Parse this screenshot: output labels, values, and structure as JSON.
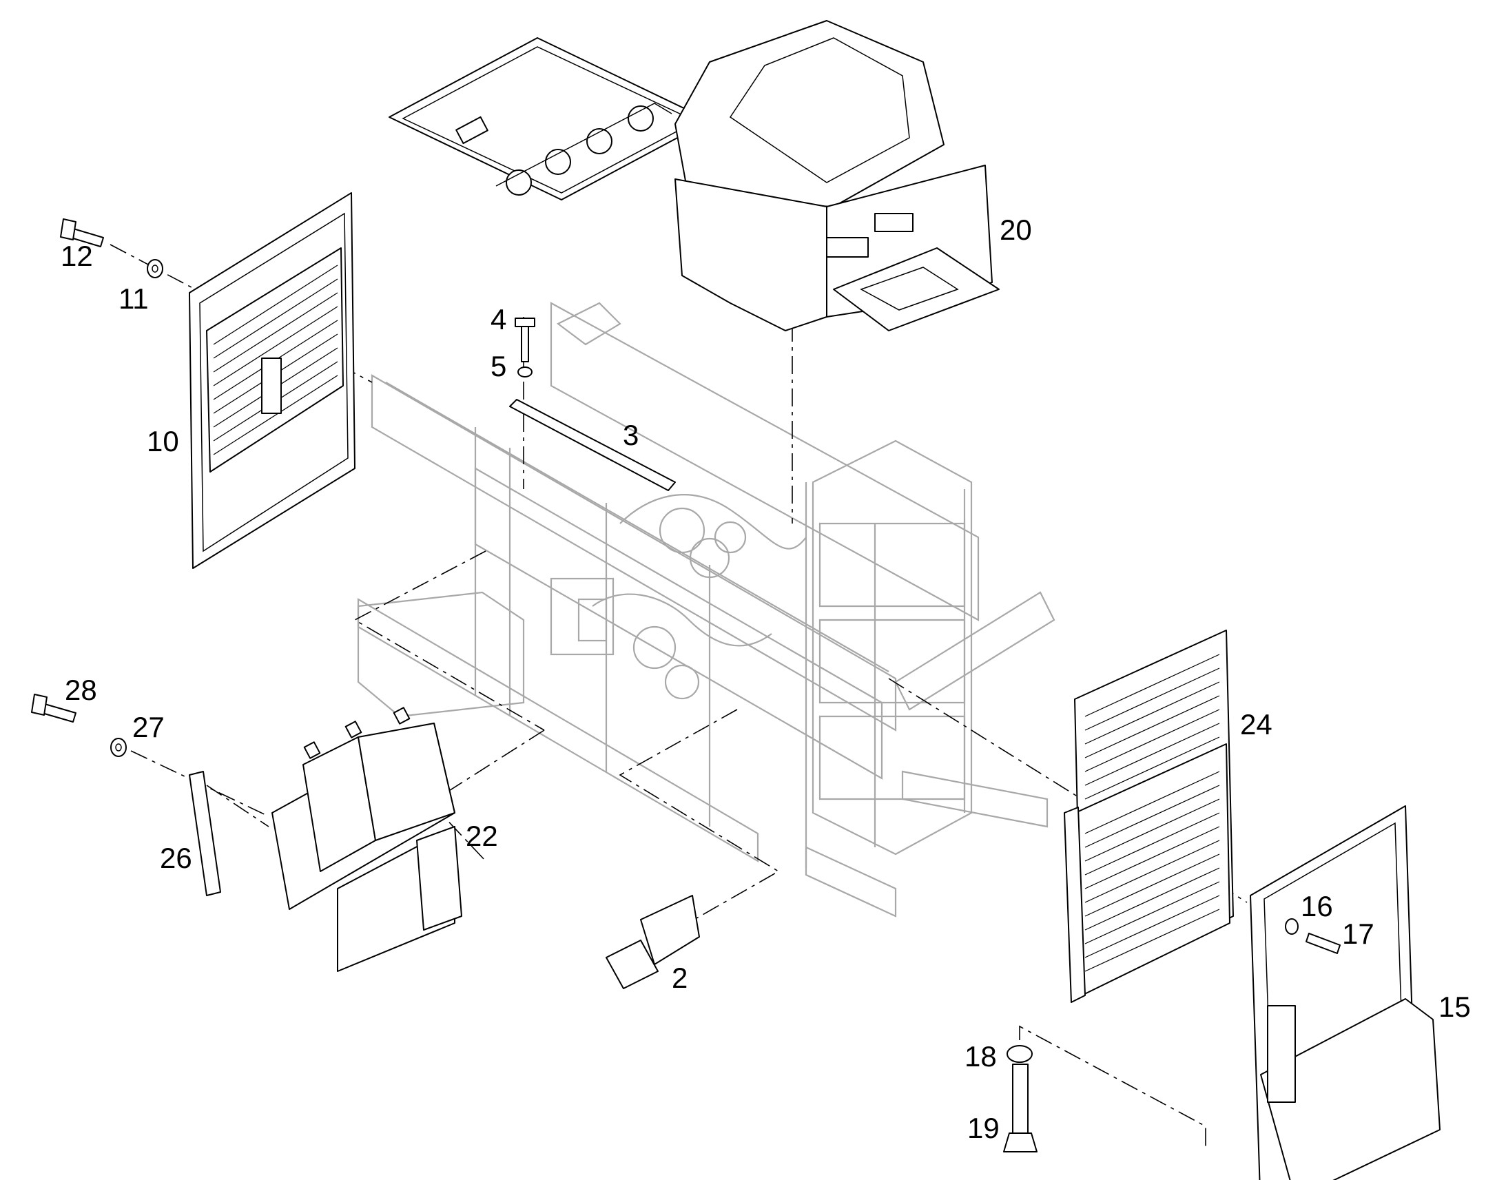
{
  "diagram": {
    "callouts": [
      {
        "id": "c2",
        "text": "2"
      },
      {
        "id": "c3",
        "text": "3"
      },
      {
        "id": "c4",
        "text": "4"
      },
      {
        "id": "c5",
        "text": "5"
      },
      {
        "id": "c10",
        "text": "10"
      },
      {
        "id": "c11",
        "text": "11"
      },
      {
        "id": "c12",
        "text": "12"
      },
      {
        "id": "c15",
        "text": "15"
      },
      {
        "id": "c16",
        "text": "16"
      },
      {
        "id": "c17",
        "text": "17"
      },
      {
        "id": "c18",
        "text": "18"
      },
      {
        "id": "c19",
        "text": "19"
      },
      {
        "id": "c20",
        "text": "20"
      },
      {
        "id": "c22",
        "text": "22"
      },
      {
        "id": "c24",
        "text": "24"
      },
      {
        "id": "c26",
        "text": "26"
      },
      {
        "id": "c27",
        "text": "27"
      },
      {
        "id": "c28",
        "text": "28"
      }
    ]
  }
}
